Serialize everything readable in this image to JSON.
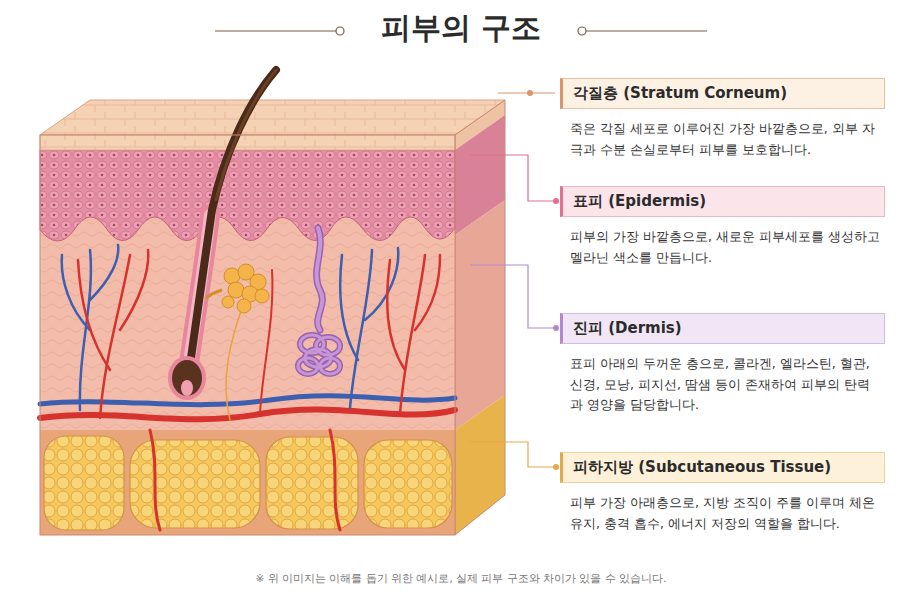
{
  "diagram": {
    "title": "피부의 구조",
    "caption": "※ 위 이미지는 이해를 돕기 위한 예시로, 실제 피부 구조와 차이가 있을 수 있습니다.",
    "nodes": [
      {
        "text": [
          "각질층 (Stratum Corneum)",
          "죽은 각질 세포로 이루어진 가장 바깥층으로, 외부 자극과 수분 손실로부터 피부를 보호합니다."
        ]
      },
      {
        "text": [
          "표피 (Epidermis)",
          "피부의 가장 바깥층으로, 새로운 피부세포를 생성하고 멜라닌 색소를 만듭니다."
        ]
      },
      {
        "text": [
          "진피 (Dermis)",
          "표피 아래의 두꺼운 층으로, 콜라겐, 엘라스틴, 혈관, 신경, 모낭, 피지선, 땀샘 등이 존재하여 피부의 탄력과 영양을 담당합니다."
        ]
      },
      {
        "text": [
          "피하지방 (Subcutaneous Tissue)",
          "피부 가장 아래층으로, 지방 조직이 주를 이루며 체온 유지, 충격 흡수, 에너지 저장의 역할을 합니다."
        ]
      }
    ]
  }
}
